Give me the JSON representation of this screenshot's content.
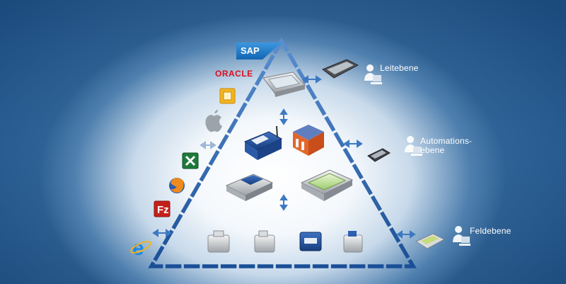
{
  "levels": [
    {
      "label": "Leitebene"
    },
    {
      "label": "Automations-",
      "label2": "ebene"
    },
    {
      "label": "Feldebene"
    }
  ],
  "brands": {
    "sap": "SAP",
    "oracle": "ORACLE"
  },
  "icons": [
    "sap-logo-icon",
    "oracle-logo-icon",
    "access-database-icon",
    "apple-icon",
    "excel-icon",
    "firefox-icon",
    "filezilla-icon",
    "internet-explorer-icon",
    "person-workstation-icon",
    "tablet-icon",
    "smartphone-icon",
    "pda-icon",
    "touch-panel-icon",
    "plc-controller-icon",
    "io-modules-icon",
    "industrial-pc-icon",
    "din-rail-module-icon",
    "double-arrow-icon"
  ],
  "colors": {
    "background": "#1e5288",
    "pyramid_stroke": "#1f5ea8",
    "label_text": "#ffffff"
  }
}
